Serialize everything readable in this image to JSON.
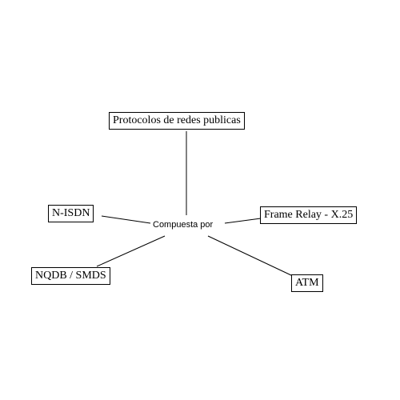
{
  "diagram": {
    "root": "Protocolos de redes publicas",
    "connector": "Compuesta por",
    "children": [
      "N-ISDN",
      "Frame Relay - X.25",
      "NQDB / SMDS",
      "ATM"
    ]
  }
}
